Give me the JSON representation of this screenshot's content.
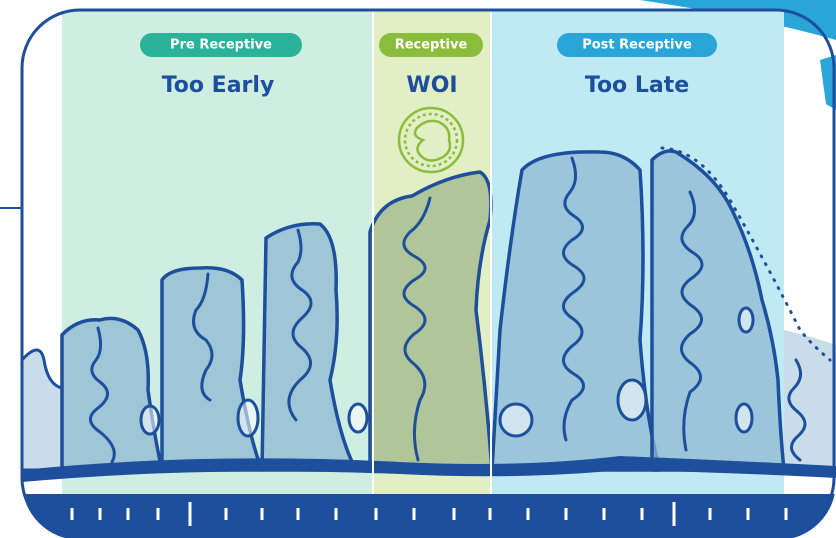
{
  "phases": [
    {
      "id": "pre",
      "badge": "Pre Receptive",
      "title": "Too Early",
      "badge_color": "#2bb39a",
      "band_color": "#cfeee2"
    },
    {
      "id": "woi",
      "badge": "Receptive",
      "title": "WOI",
      "badge_color": "#8bbd3c",
      "band_color": "#e2eec4"
    },
    {
      "id": "post",
      "badge": "Post Receptive",
      "title": "Too Late",
      "badge_color": "#2aa5d8",
      "band_color": "#bfe9f3"
    }
  ],
  "icons": {
    "embryo": "embryo-icon"
  },
  "colors": {
    "outline": "#1d4f9c",
    "tissue": "#8eb8d2",
    "frame": "#1d4f9c"
  }
}
